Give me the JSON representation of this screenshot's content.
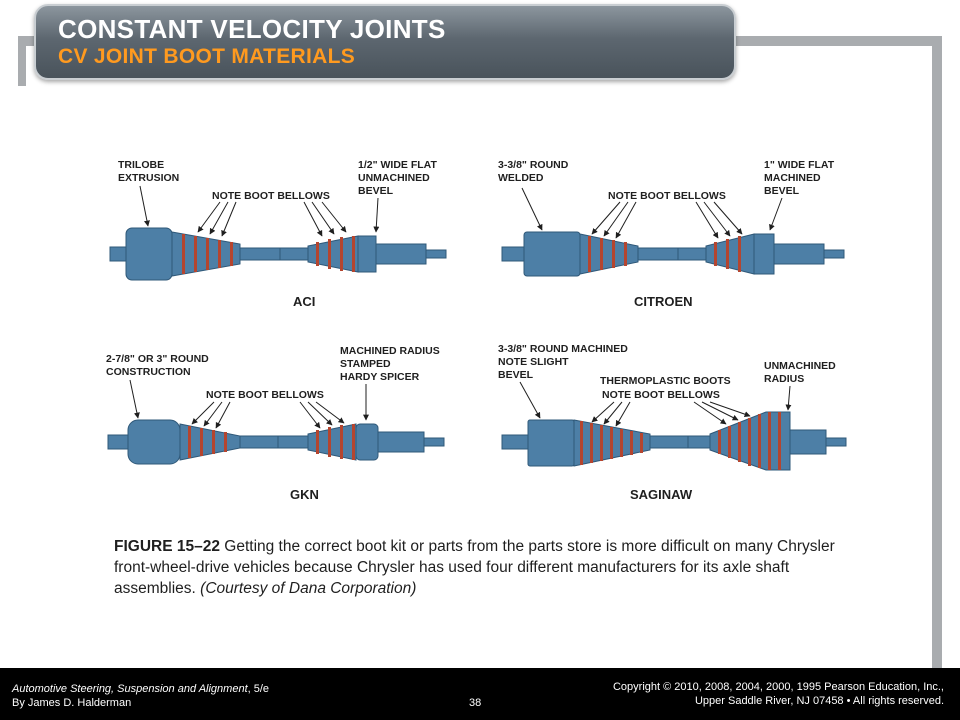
{
  "header": {
    "title": "CONSTANT VELOCITY JOINTS",
    "subtitle": "CV JOINT BOOT MATERIALS"
  },
  "figure": {
    "panels": {
      "aci": {
        "name": "ACI",
        "label_trilobe": [
          "TRILOBE",
          "EXTRUSION"
        ],
        "label_bellows": "NOTE BOOT BELLOWS",
        "label_bevel": [
          "1/2\" WIDE FLAT",
          "UNMACHINED",
          "BEVEL"
        ]
      },
      "citroen": {
        "name": "CITROEN",
        "label_round": [
          "3-3/8\" ROUND",
          "WELDED"
        ],
        "label_bellows": "NOTE BOOT BELLOWS",
        "label_bevel": [
          "1\" WIDE FLAT",
          "MACHINED",
          "BEVEL"
        ]
      },
      "gkn": {
        "name": "GKN",
        "label_round": [
          "2-7/8\" OR 3\" ROUND",
          "CONSTRUCTION"
        ],
        "label_bellows": "NOTE BOOT BELLOWS",
        "label_radius": [
          "MACHINED RADIUS",
          "STAMPED",
          "HARDY SPICER"
        ]
      },
      "saginaw": {
        "name": "SAGINAW",
        "label_round": [
          "3-3/8\" ROUND MACHINED",
          "NOTE SLIGHT",
          "BEVEL"
        ],
        "label_boots": [
          "THERMOPLASTIC BOOTS",
          "NOTE BOOT BELLOWS"
        ],
        "label_radius": [
          "UNMACHINED",
          "RADIUS"
        ]
      }
    },
    "colors": {
      "joint": "#4d7fa6",
      "joint_dark": "#2f5878",
      "boot": "#b5452f",
      "label": "#1f1f1f"
    }
  },
  "caption": {
    "figure_number": "FIGURE 15–22",
    "text": " Getting the correct boot kit or parts from the parts store is more difficult on many Chrysler front-wheel-drive vehicles because Chrysler has used four different manufacturers for its axle shaft assemblies. ",
    "courtesy": "(Courtesy of Dana Corporation)"
  },
  "footer": {
    "book_title": "Automotive Steering, Suspension and Alignment",
    "edition": ", 5/e",
    "author": "By James D. Halderman",
    "page_number": "38",
    "copyright": "Copyright © 2010, 2008, 2004, 2000, 1995 Pearson Education, Inc.,",
    "publisher": "Upper Saddle River, NJ 07458 • All rights reserved."
  }
}
